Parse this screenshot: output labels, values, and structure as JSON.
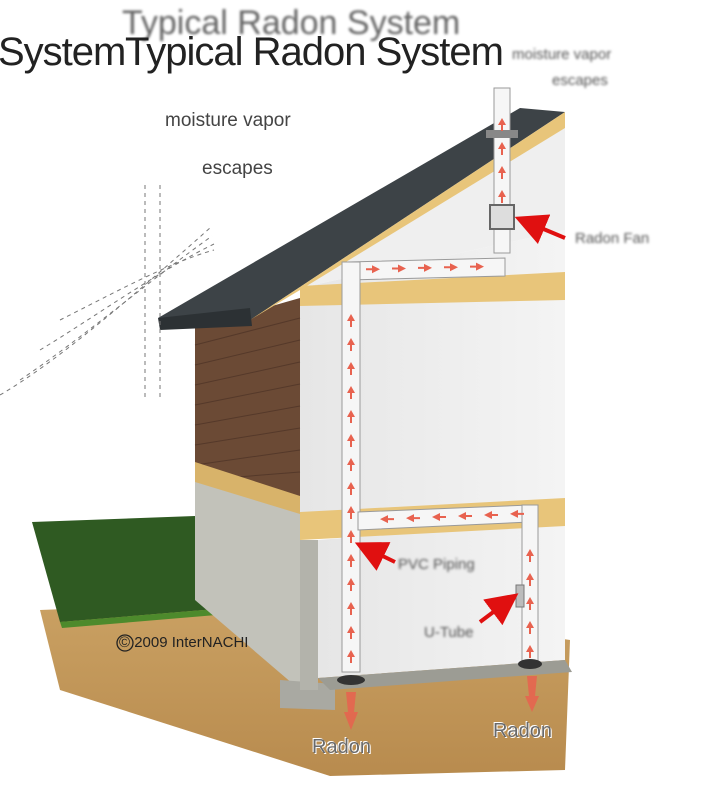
{
  "title": {
    "main": "Typical Radon System",
    "ghost": "Typical Radon System",
    "left_fragment": "System"
  },
  "labels": {
    "moisture_line1": "moisture vapor",
    "moisture_line2": "escapes",
    "top_right_line1": "moisture vapor",
    "top_right_line2": "escapes",
    "radon_fan": "Radon Fan",
    "pvc_piping": "PVC Piping",
    "u_tube": "U-Tube",
    "copyright": "© 2009 InterNACHI",
    "radon_left": "Radon",
    "radon_right": "Radon"
  },
  "colors": {
    "roof": "#3d4347",
    "wood_trim": "#e8c57a",
    "siding": "#6b4a35",
    "wall": "#ececec",
    "foundation": "#bdbdb5",
    "soil": "#c49a5a",
    "grass": "#2f5a22",
    "pipe": "#f6f6f6",
    "flow_arrow": "#e8624f",
    "pointer_arrow": "#e01010"
  }
}
